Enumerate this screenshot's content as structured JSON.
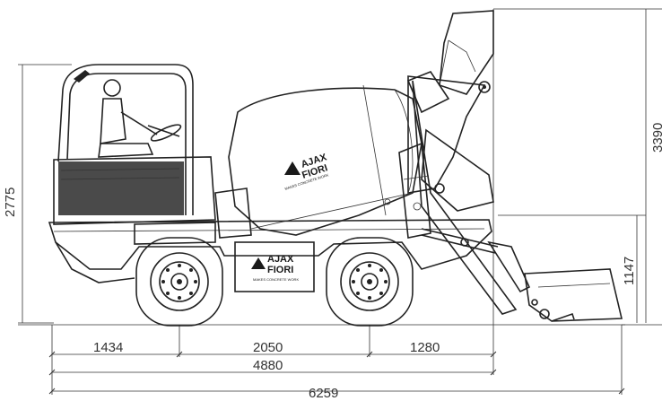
{
  "dimensions": {
    "height_cab": "2775",
    "height_bucket_raised": "3390",
    "height_bucket_lowered": "1147",
    "front_overhang": "1434",
    "wheelbase": "2050",
    "rear_overhang": "1280",
    "overall_length": "4880",
    "overall_length_bucket": "6259"
  },
  "branding": {
    "brand_line1": "AJAX",
    "brand_line2": "FIORI",
    "tagline": "MAKES CONCRETE WORK"
  },
  "colors": {
    "line": "#222222",
    "body_fill": "#e8e8e8",
    "dark_fill": "#2a2a2a"
  }
}
